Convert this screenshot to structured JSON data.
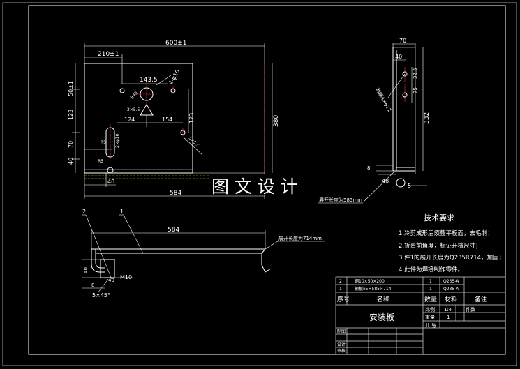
{
  "watermark": "图 文 设 计",
  "front_view": {
    "dim_total_width": "600±1",
    "dim_hole_offset": "210±1",
    "dim_top_offset": "50±1",
    "dim_143_5": "143.5",
    "dim_hole_dia": "4-φ10",
    "dim_r": "R40",
    "dim_123_left": "123",
    "dim_123_right": "123",
    "dim_124": "124",
    "dim_154": "154",
    "dim_380": "380",
    "dim_70": "70",
    "dim_40_left": "40",
    "dim_40_bottom": "40",
    "dim_584": "584",
    "note_slot": "2×φ10",
    "note_slot_b": "R5",
    "note_b": "2×5.5",
    "note_c": "5×5.5"
  },
  "side_view": {
    "dim_70": "70",
    "dim_40": "40",
    "dim_32_5": "32.5",
    "dim_75": "75",
    "dim_332": "332",
    "dim_8": "8",
    "dim_48": "48",
    "dim_5": "5",
    "note_bend": "两端4×φ11",
    "note_unfold": "展开长度为585mm"
  },
  "bottom_view": {
    "callout_1": "1",
    "callout_2": "2",
    "dim_584": "584",
    "note_unfold": "展开长度为714mm",
    "dim_40": "40",
    "dim_m10": "M10",
    "dim_8": "8",
    "dim_40b": "40",
    "dim_chamfer": "5×45°"
  },
  "tech_requirements": {
    "title": "技术要求",
    "items": [
      "1.冷剪成形后须整平板面，去毛刺；",
      "2.折弯前角度，标证开档尺寸；",
      "3.件1的展开长度为Q235R714，加固；",
      "4.此件为焊接制作零件。"
    ]
  },
  "bom": {
    "rows": [
      {
        "no": "2",
        "name": "钢10×50×200",
        "qty": "1",
        "material": "Q235-A",
        "remark": ""
      },
      {
        "no": "1",
        "name": "钢板δ5×585×714",
        "qty": "1",
        "material": "Q235-A",
        "remark": ""
      }
    ],
    "header": {
      "no": "序号",
      "name": "名称",
      "qty": "数量",
      "material": "材料",
      "remark": "备注"
    }
  },
  "title_block": {
    "part_name": "安装板",
    "scale_label": "比例",
    "scale_value": "1:4",
    "pieces_label": "件数",
    "weight_label": "重量",
    "weight_value": "1",
    "sheet_label": "共 张",
    "drawn_label": "制图",
    "design_label": "设计",
    "check_label": "审核"
  }
}
